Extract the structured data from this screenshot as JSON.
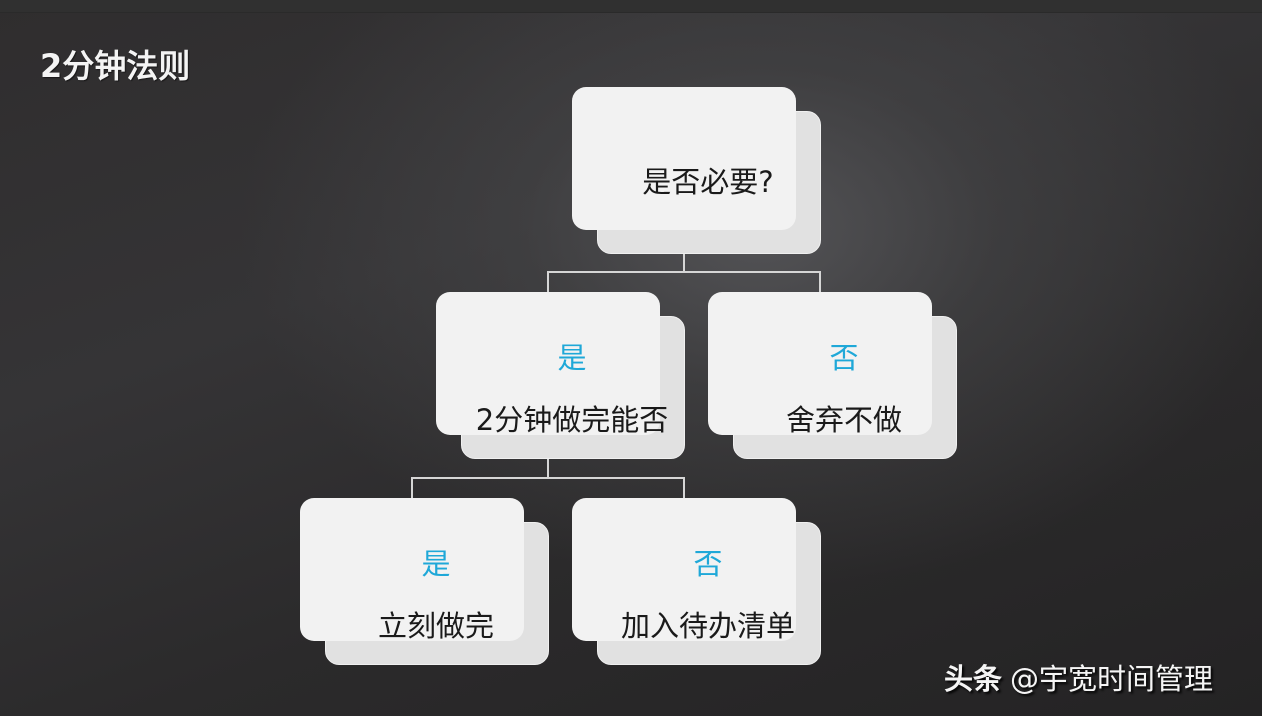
{
  "slide": {
    "title": "2分钟法则"
  },
  "diagram": {
    "root": {
      "text": "是否必要?"
    },
    "level2": [
      {
        "branch": "是",
        "text": "2分钟做完能否"
      },
      {
        "branch": "否",
        "text": "舍弃不做"
      }
    ],
    "level3": [
      {
        "branch": "是",
        "text": "立刻做完"
      },
      {
        "branch": "否",
        "text": "加入待办清单"
      }
    ],
    "colors": {
      "branch_label": "#1fa8d8",
      "box_front": "#f2f2f2",
      "box_back": "#e1e1e1",
      "connector": "#d6d6d6",
      "text": "#1a1a1a"
    }
  },
  "watermark": {
    "brand": "头条",
    "handle": "@宇宽时间管理"
  }
}
